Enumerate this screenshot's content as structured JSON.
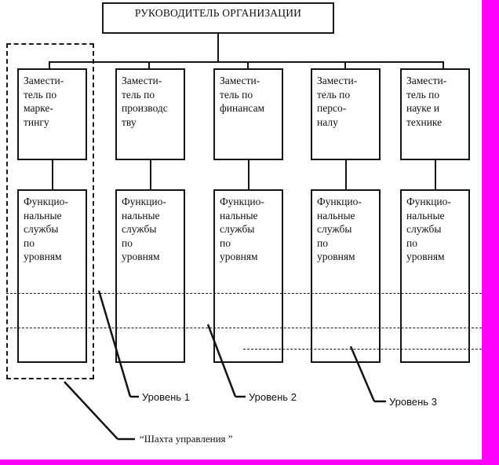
{
  "diagram": {
    "type": "organizational-chart",
    "title_box": {
      "label": "РУКОВОДИТЕЛЬ ОРГАНИЗАЦИИ"
    },
    "deputies": [
      {
        "label": "Замести-\nтель по\nмарке-\nтингу"
      },
      {
        "label": "Замести-\nтель по\nпроизводс\nтву"
      },
      {
        "label": "Замести-\nтель по\nфинансам"
      },
      {
        "label": "Замести-\nтель по\nперсо-\nналу"
      },
      {
        "label": "Замести-\nтель по\nнауке и\nтехнике"
      }
    ],
    "services": [
      {
        "label": "Функцио-\nнальные\nслужбы\nпо\nуровням"
      },
      {
        "label": "Функцио-\nнальные\nслужбы\nпо\nуровням"
      },
      {
        "label": "Функцио-\nнальные\nслужбы\nпо\nуровням"
      },
      {
        "label": "Функцио-\nнальные\nслужбы\nпо\nуровням"
      },
      {
        "label": "Функцио-\nнальные\nслужбы\nпо\nуровням"
      }
    ],
    "level_callouts": [
      {
        "label": "Уровень 1"
      },
      {
        "label": "Уровень 2"
      },
      {
        "label": "Уровень 3"
      }
    ],
    "shaft_callout": {
      "label": "“Шахта управления ”"
    },
    "colors": {
      "line": "#141414",
      "text": "#111111",
      "frame": "#ff00ff",
      "background": "#ffffff"
    }
  }
}
